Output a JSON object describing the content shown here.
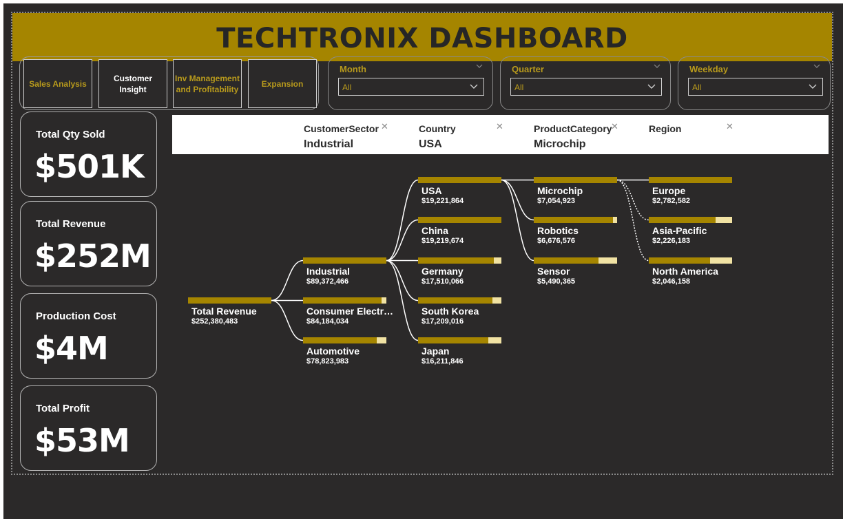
{
  "title": "TECHTRONIX DASHBOARD",
  "nav": [
    {
      "label": "Sales Analysis",
      "active": false
    },
    {
      "label": "Customer Insight",
      "active": true
    },
    {
      "label": "Inv Management and Profitability",
      "active": false
    },
    {
      "label": "Expansion",
      "active": false
    }
  ],
  "slicers": [
    {
      "label": "Month",
      "value": "All"
    },
    {
      "label": "Quarter",
      "value": "All"
    },
    {
      "label": "Weekday",
      "value": "All"
    }
  ],
  "kpis": [
    {
      "label": "Total Qty Sold",
      "value": "$501K"
    },
    {
      "label": "Total Revenue",
      "value": "$252M"
    },
    {
      "label": "Production Cost",
      "value": "$4M"
    },
    {
      "label": "Total Profit",
      "value": "$53M"
    }
  ],
  "decomposition": {
    "levels": [
      {
        "field": "CustomerSector",
        "selected": "Industrial"
      },
      {
        "field": "Country",
        "selected": "USA"
      },
      {
        "field": "ProductCategory",
        "selected": "Microchip"
      },
      {
        "field": "Region",
        "selected": ""
      }
    ],
    "root": {
      "name": "Total Revenue",
      "value": 252380483,
      "label": "$252,380,483"
    },
    "columns": [
      {
        "field": "CustomerSector",
        "nodes": [
          {
            "name": "Industrial",
            "value": 89372466,
            "label": "$89,372,466",
            "selected": true
          },
          {
            "name": "Consumer Electr…",
            "value": 84184034,
            "label": "$84,184,034"
          },
          {
            "name": "Automotive",
            "value": 78823983,
            "label": "$78,823,983"
          }
        ]
      },
      {
        "field": "Country",
        "nodes": [
          {
            "name": "USA",
            "value": 19221864,
            "label": "$19,221,864",
            "selected": true
          },
          {
            "name": "China",
            "value": 19219674,
            "label": "$19,219,674"
          },
          {
            "name": "Germany",
            "value": 17510066,
            "label": "$17,510,066"
          },
          {
            "name": "South Korea",
            "value": 17209016,
            "label": "$17,209,016"
          },
          {
            "name": "Japan",
            "value": 16211846,
            "label": "$16,211,846"
          }
        ]
      },
      {
        "field": "ProductCategory",
        "nodes": [
          {
            "name": "Microchip",
            "value": 7054923,
            "label": "$7,054,923",
            "selected": true
          },
          {
            "name": "Robotics",
            "value": 6676576,
            "label": "$6,676,576"
          },
          {
            "name": "Sensor",
            "value": 5490365,
            "label": "$5,490,365"
          }
        ]
      },
      {
        "field": "Region",
        "nodes": [
          {
            "name": "Europe",
            "value": 2782582,
            "label": "$2,782,582"
          },
          {
            "name": "Asia-Pacific",
            "value": 2226183,
            "label": "$2,226,183"
          },
          {
            "name": "North America",
            "value": 2046158,
            "label": "$2,046,158"
          }
        ]
      }
    ]
  },
  "colors": {
    "accent": "#a58500",
    "bar_fill": "#a58500",
    "bar_rest": "#f1e2a3",
    "background": "#2b2929"
  }
}
